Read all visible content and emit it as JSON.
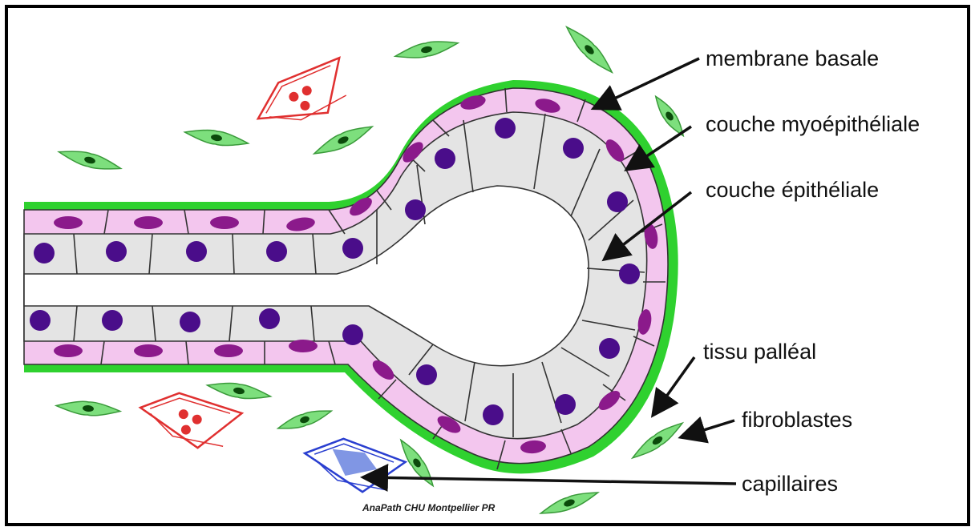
{
  "labels": {
    "membrane_basale": "membrane basale",
    "couche_myoepitheliale": "couche myoépithéliale",
    "couche_epitheliale": "couche épithéliale",
    "tissu_palleal": "tissu palléal",
    "fibroblastes": "fibroblastes",
    "capillaires": "capillaires"
  },
  "credit": "AnaPath CHU Montpellier PR",
  "colors": {
    "basement_membrane": "#2fd12f",
    "myoepithelial": "#f3c6ee",
    "myo_nucleus": "#8b1a8b",
    "epithelial": "#e4e4e4",
    "epi_nucleus": "#4a0d8a",
    "fibroblast": "#7ddf7d",
    "fibro_nucleus": "#0b4a0b",
    "capillary_red": "#e03030",
    "capillary_blue": "#2a3fd0"
  }
}
